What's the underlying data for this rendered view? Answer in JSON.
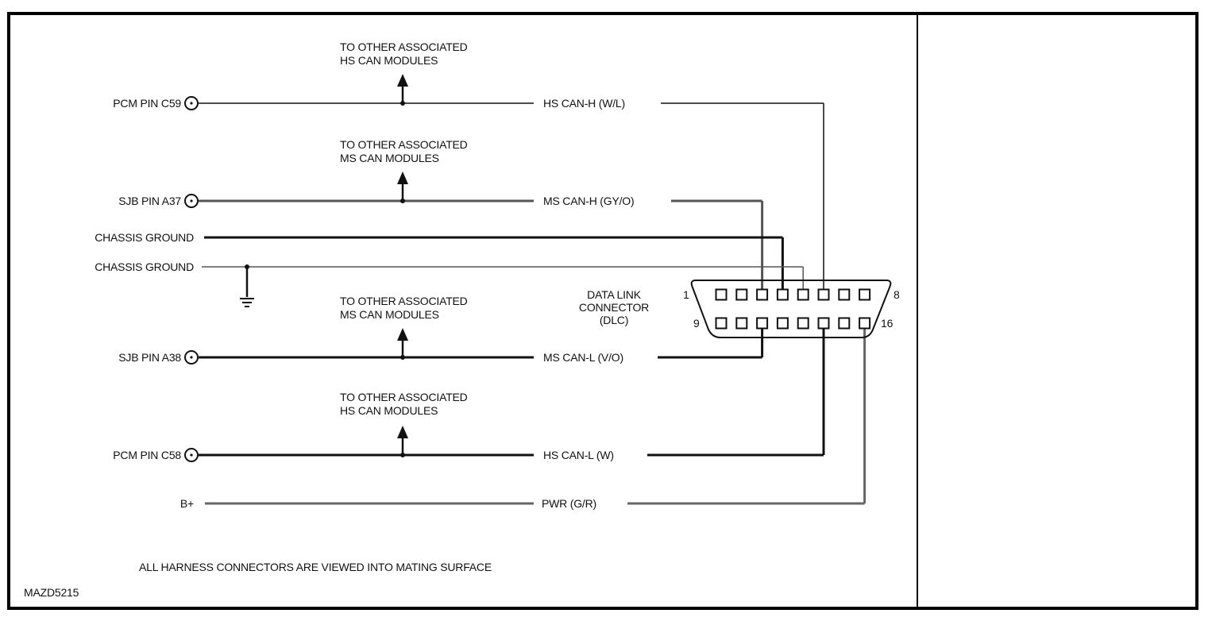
{
  "diagram": {
    "figure_id": "MAZD5215",
    "footnote": "ALL HARNESS CONNECTORS ARE VIEWED INTO MATING SURFACE",
    "connector": {
      "name_lines": [
        "DATA LINK",
        "CONNECTOR",
        "(DLC)"
      ],
      "pin_labels": {
        "top_left": "1",
        "top_right": "8",
        "bottom_left": "9",
        "bottom_right": "16"
      },
      "pins_per_row": 8
    },
    "branch_notes": [
      {
        "line1": "TO OTHER ASSOCIATED",
        "line2": "HS CAN MODULES"
      },
      {
        "line1": "TO OTHER ASSOCIATED",
        "line2": "MS CAN MODULES"
      },
      {
        "line1": "TO OTHER ASSOCIATED",
        "line2": "MS CAN MODULES"
      },
      {
        "line1": "TO OTHER ASSOCIATED",
        "line2": "HS CAN MODULES"
      }
    ],
    "circuits": [
      {
        "source": "PCM PIN C59",
        "wire": "HS CAN-H (W/L)",
        "dlc_pin": 6,
        "terminal": "splice",
        "branch": true,
        "weight": "thin",
        "color": "#111111"
      },
      {
        "source": "SJB PIN A37",
        "wire": "MS CAN-H (GY/O)",
        "dlc_pin": 3,
        "terminal": "splice",
        "branch": true,
        "weight": "thick",
        "color": "#555555"
      },
      {
        "source": "CHASSIS GROUND",
        "wire": "",
        "dlc_pin": 4,
        "terminal": "none",
        "branch": false,
        "weight": "thick",
        "color": "#111111"
      },
      {
        "source": "CHASSIS GROUND",
        "wire": "",
        "dlc_pin": 5,
        "terminal": "ground",
        "branch": false,
        "weight": "thin",
        "color": "#555555"
      },
      {
        "source": "SJB PIN A38",
        "wire": "MS CAN-L (V/O)",
        "dlc_pin": 11,
        "terminal": "splice",
        "branch": true,
        "weight": "thick",
        "color": "#111111"
      },
      {
        "source": "PCM PIN C58",
        "wire": "HS CAN-L (W)",
        "dlc_pin": 14,
        "terminal": "splice",
        "branch": true,
        "weight": "thick",
        "color": "#111111"
      },
      {
        "source": "B+",
        "wire": "PWR (G/R)",
        "dlc_pin": 16,
        "terminal": "none",
        "branch": false,
        "weight": "thick",
        "color": "#666666"
      }
    ]
  }
}
